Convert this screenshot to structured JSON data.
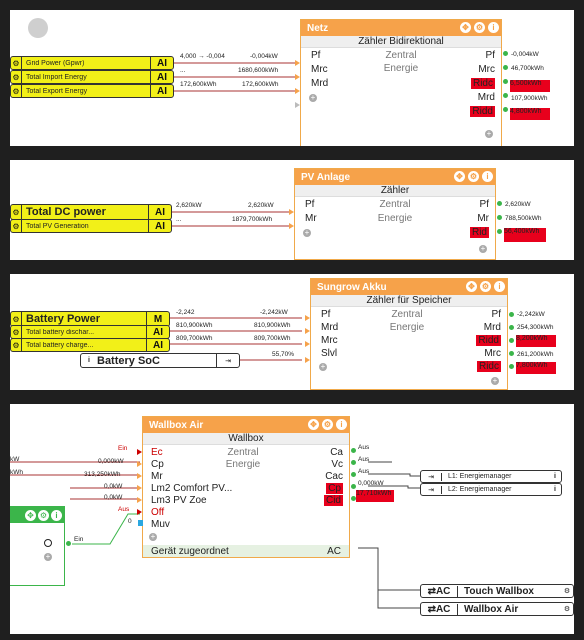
{
  "panel1": {
    "inputs": [
      {
        "label": "Grid Power (Gpwr)",
        "type": "AI",
        "val_left": "4,000 → -0,004",
        "val_right": "-0,004kW"
      },
      {
        "label": "Total Import Energy",
        "type": "AI",
        "val_left": "...",
        "val_right": "1680,600kWh"
      },
      {
        "label": "Total Export Energy",
        "type": "AI",
        "val_left": "172,600kWh",
        "val_right": "172,600kWh"
      }
    ],
    "block": {
      "title": "Netz",
      "subtitle": "Zähler Bidirektional",
      "center": [
        "Zentral",
        "Energie"
      ],
      "in_ports": [
        "Pf",
        "Mrc",
        "Mrd"
      ],
      "out_ports": [
        "Pf",
        "Mrc",
        "Ridc",
        "Mrd",
        "Ridd"
      ],
      "out_values": [
        "-0,004kW",
        "46,700kWh",
        "6,500kWh",
        "107,900kWh",
        "4,800kWh"
      ]
    }
  },
  "panel2": {
    "inputs": [
      {
        "label": "Total DC power",
        "type": "AI",
        "val_left": "2,620kW",
        "val_right": "2,620kW"
      },
      {
        "label": "Total PV Generation",
        "type": "AI",
        "val_left": "...",
        "val_right": "1879,700kWh"
      }
    ],
    "block": {
      "title": "PV Anlage",
      "subtitle": "Zähler",
      "center": [
        "Zentral",
        "Energie"
      ],
      "in_ports": [
        "Pf",
        "Mr"
      ],
      "out_ports": [
        "Pf",
        "Mr",
        "Rid"
      ],
      "out_values": [
        "2,620kW",
        "788,500kWh",
        "56,400kWh"
      ]
    }
  },
  "panel3": {
    "inputs": [
      {
        "label": "Battery Power",
        "type": "M",
        "val_left": "-2,242",
        "val_right": "-2,242kW"
      },
      {
        "label": "Total battery dischar...",
        "type": "AI",
        "val_left": "810,900kWh",
        "val_right": "810,900kWh"
      },
      {
        "label": "Total battery charge...",
        "type": "AI",
        "val_left": "809,700kWh",
        "val_right": "809,700kWh"
      }
    ],
    "soc": {
      "label": "Battery SoC",
      "value": "55,70%"
    },
    "block": {
      "title": "Sungrow Akku",
      "subtitle": "Zähler für Speicher",
      "center": [
        "Zentral",
        "Energie"
      ],
      "in_ports": [
        "Pf",
        "Mrd",
        "Mrc",
        "Slvl"
      ],
      "out_ports": [
        "Pf",
        "Mrd",
        "Ridd",
        "Mrc",
        "Ridc"
      ],
      "out_values": [
        "-2,242kW",
        "254,300kWh",
        "8,200kWh",
        "261,200kWh",
        "7,800kWh"
      ]
    }
  },
  "panel4": {
    "block": {
      "title": "Wallbox Air",
      "subtitle": "Wallbox",
      "center": [
        "Zentral",
        "Energie"
      ],
      "in_ports": [
        "Ec",
        "Cp",
        "Mr",
        "Lm2 Comfort PV...",
        "Lm3 PV Zoe",
        "Off",
        "Muv"
      ],
      "in_values": [
        "Ein",
        "0,000kW",
        "313,250kWh",
        "0,0kW",
        "0,0kW",
        "Aus",
        "0"
      ],
      "out_ports": [
        "Ca",
        "Vc",
        "Cac",
        "Cp",
        "Cid"
      ],
      "out_values": [
        "Aus",
        "Aus",
        "Aus",
        "0,000kW",
        "17,710kWh"
      ],
      "footer": "Gerät zugeordnet",
      "footer_right": "AC"
    },
    "left_values": [
      "kW",
      "kWh"
    ],
    "ein_label": "Ein",
    "energiemanager": [
      "L1: Energiemanager",
      "L2: Energiemanager"
    ],
    "outputs": [
      "Touch Wallbox",
      "Wallbox Air"
    ],
    "output_prefix": "⇄AC"
  },
  "colors": {
    "accent": "#f6a24a",
    "input": "#f2f018",
    "alert": "#e8001c",
    "ok": "#3bb54a",
    "bg": "#1f1f1f"
  }
}
